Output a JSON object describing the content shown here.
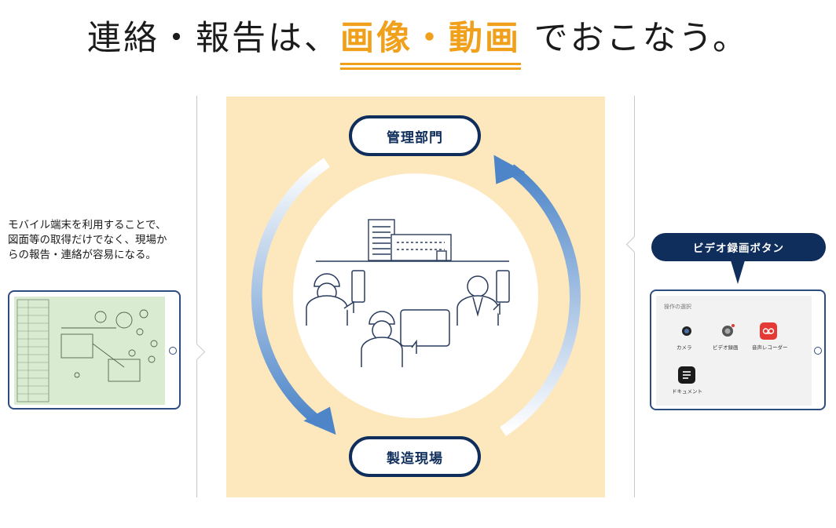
{
  "headline": {
    "part1": "連絡・報告は、",
    "highlight": "画像・動画",
    "part2": "でおこなう。"
  },
  "colors": {
    "accent": "#f0a01a",
    "navy": "#0f2e5c",
    "panel": "#fde8bd",
    "arrow": "#5a8fcf"
  },
  "cycle": {
    "top": "管理部門",
    "bottom": "製造現場"
  },
  "left": {
    "description": "モバイル端末を利用することで、図面等の取得だけでなく、現場からの報告・連絡が容易になる。"
  },
  "right": {
    "bubble": "ビデオ録画ボタン",
    "app": {
      "title": "操作の選択",
      "items": [
        {
          "label": "カメラ",
          "icon": "camera-icon"
        },
        {
          "label": "ビデオ録画",
          "icon": "video-record-icon"
        },
        {
          "label": "音声レコーダー",
          "icon": "voice-recorder-icon"
        },
        {
          "label": "ドキュメント",
          "icon": "document-icon"
        }
      ]
    }
  }
}
